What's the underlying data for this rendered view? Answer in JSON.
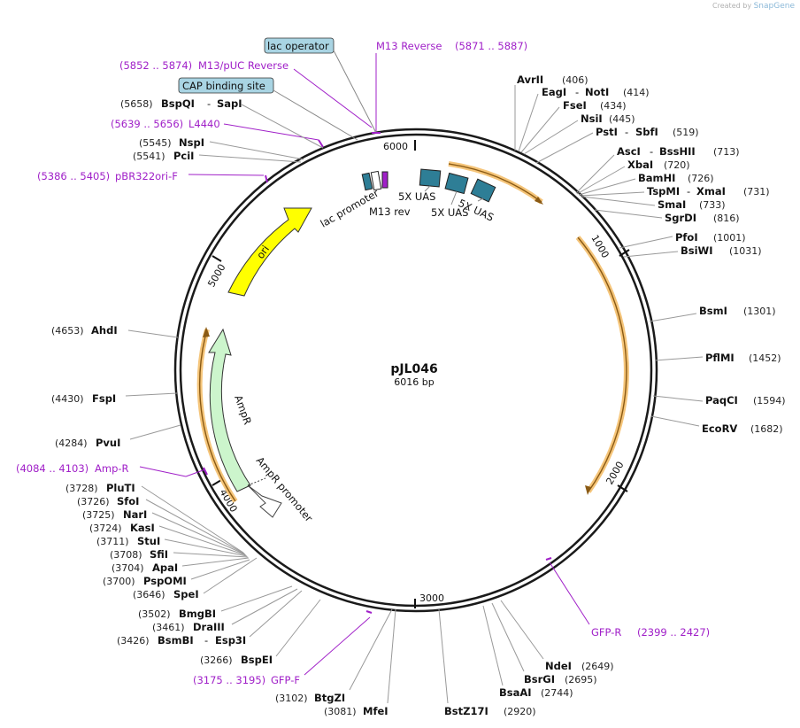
{
  "credit": {
    "prefix": "Created by",
    "brand": "SnapGene"
  },
  "plasmid": {
    "name": "pJL046",
    "length_label": "6016 bp"
  },
  "ticks": [
    "6000",
    "1000",
    "2000",
    "3000",
    "4000",
    "5000"
  ],
  "features": {
    "ori": "ori",
    "ampr": "AmpR",
    "ampr_promoter": "AmpR promoter",
    "lac_promoter": "lac promoter",
    "m13_rev": "M13 rev",
    "uas1": "5X UAS",
    "uas2": "5X UAS",
    "uas3": "5X UAS"
  },
  "boxed_labels": [
    "lac operator",
    "CAP binding site"
  ],
  "primers": {
    "m13_reverse": {
      "name": "M13 Reverse",
      "range": "(5871 .. 5887)"
    },
    "m13_puc": {
      "range": "(5852 .. 5874)",
      "name": "M13/pUC Reverse"
    },
    "l4440": {
      "range": "(5639 .. 5656)",
      "name": "L4440"
    },
    "pbr322": {
      "range": "(5386 .. 5405)",
      "name": "pBR322ori-F"
    },
    "ampr": {
      "range": "(4084 .. 4103)",
      "name": "Amp-R"
    },
    "gfp_f": {
      "range": "(3175 .. 3195)",
      "name": "GFP-F"
    },
    "gfp_r": {
      "name": "GFP-R",
      "range": "(2399 .. 2427)"
    }
  },
  "sites_right": [
    {
      "name": "AvrII",
      "pos": "(406)"
    },
    {
      "name": "EagI",
      "sep": "-",
      "name2": "NotI",
      "pos": "(414)"
    },
    {
      "name": "FseI",
      "pos": "(434)"
    },
    {
      "name": "NsiI",
      "pos": "(445)"
    },
    {
      "name": "PstI",
      "sep": "-",
      "name2": "SbfI",
      "pos": "(519)"
    },
    {
      "name": "AscI",
      "sep": "-",
      "name2": "BssHII",
      "pos": "(713)"
    },
    {
      "name": "XbaI",
      "pos": "(720)"
    },
    {
      "name": "BamHI",
      "pos": "(726)"
    },
    {
      "name": "TspMI",
      "sep": "-",
      "name2": "XmaI",
      "pos": "(731)"
    },
    {
      "name": "SmaI",
      "pos": "(733)"
    },
    {
      "name": "SgrDI",
      "pos": "(816)"
    },
    {
      "name": "PfoI",
      "pos": "(1001)"
    },
    {
      "name": "BsiWI",
      "pos": "(1031)"
    },
    {
      "name": "BsmI",
      "pos": "(1301)"
    },
    {
      "name": "PflMI",
      "pos": "(1452)"
    },
    {
      "name": "PaqCI",
      "pos": "(1594)"
    },
    {
      "name": "EcoRV",
      "pos": "(1682)"
    }
  ],
  "sites_bottom": [
    {
      "name": "NdeI",
      "pos": "(2649)"
    },
    {
      "name": "BsrGI",
      "pos": "(2695)"
    },
    {
      "name": "BsaAI",
      "pos": "(2744)"
    },
    {
      "name": "BstZ17I",
      "pos": "(2920)"
    },
    {
      "name": "MfeI",
      "pos": "(3081)"
    },
    {
      "pos": "(3102)",
      "name": "BtgZI"
    }
  ],
  "sites_left": [
    {
      "pos": "(5658)",
      "name": "BspQI",
      "sep": "-",
      "name2": "SapI"
    },
    {
      "pos": "(5545)",
      "name": "NspI"
    },
    {
      "pos": "(5541)",
      "name": "PciI"
    },
    {
      "pos": "(4653)",
      "name": "AhdI"
    },
    {
      "pos": "(4430)",
      "name": "FspI"
    },
    {
      "pos": "(4284)",
      "name": "PvuI"
    },
    {
      "pos": "(3728)",
      "name": "PluTI"
    },
    {
      "pos": "(3726)",
      "name": "SfoI"
    },
    {
      "pos": "(3725)",
      "name": "NarI"
    },
    {
      "pos": "(3724)",
      "name": "KasI"
    },
    {
      "pos": "(3711)",
      "name": "StuI"
    },
    {
      "pos": "(3708)",
      "name": "SfiI"
    },
    {
      "pos": "(3704)",
      "name": "ApaI"
    },
    {
      "pos": "(3700)",
      "name": "PspOMI"
    },
    {
      "pos": "(3646)",
      "name": "SpeI"
    },
    {
      "pos": "(3502)",
      "name": "BmgBI"
    },
    {
      "pos": "(3461)",
      "name": "DraIII"
    },
    {
      "pos": "(3426)",
      "name": "BsmBI",
      "sep": "-",
      "name2": "Esp3I"
    },
    {
      "pos": "(3266)",
      "name": "BspEI"
    }
  ],
  "colors": {
    "backbone": "#1a1a1a",
    "ori": "#ffff00",
    "ampr": "#ccf5cc",
    "promoter": "#ffffff",
    "uas": "#2e7e96",
    "primer": "#a020c8",
    "orange_arc": "#f5c57a",
    "arrow_dark": "#8a5a14",
    "label_box": "#a9d4e3"
  }
}
